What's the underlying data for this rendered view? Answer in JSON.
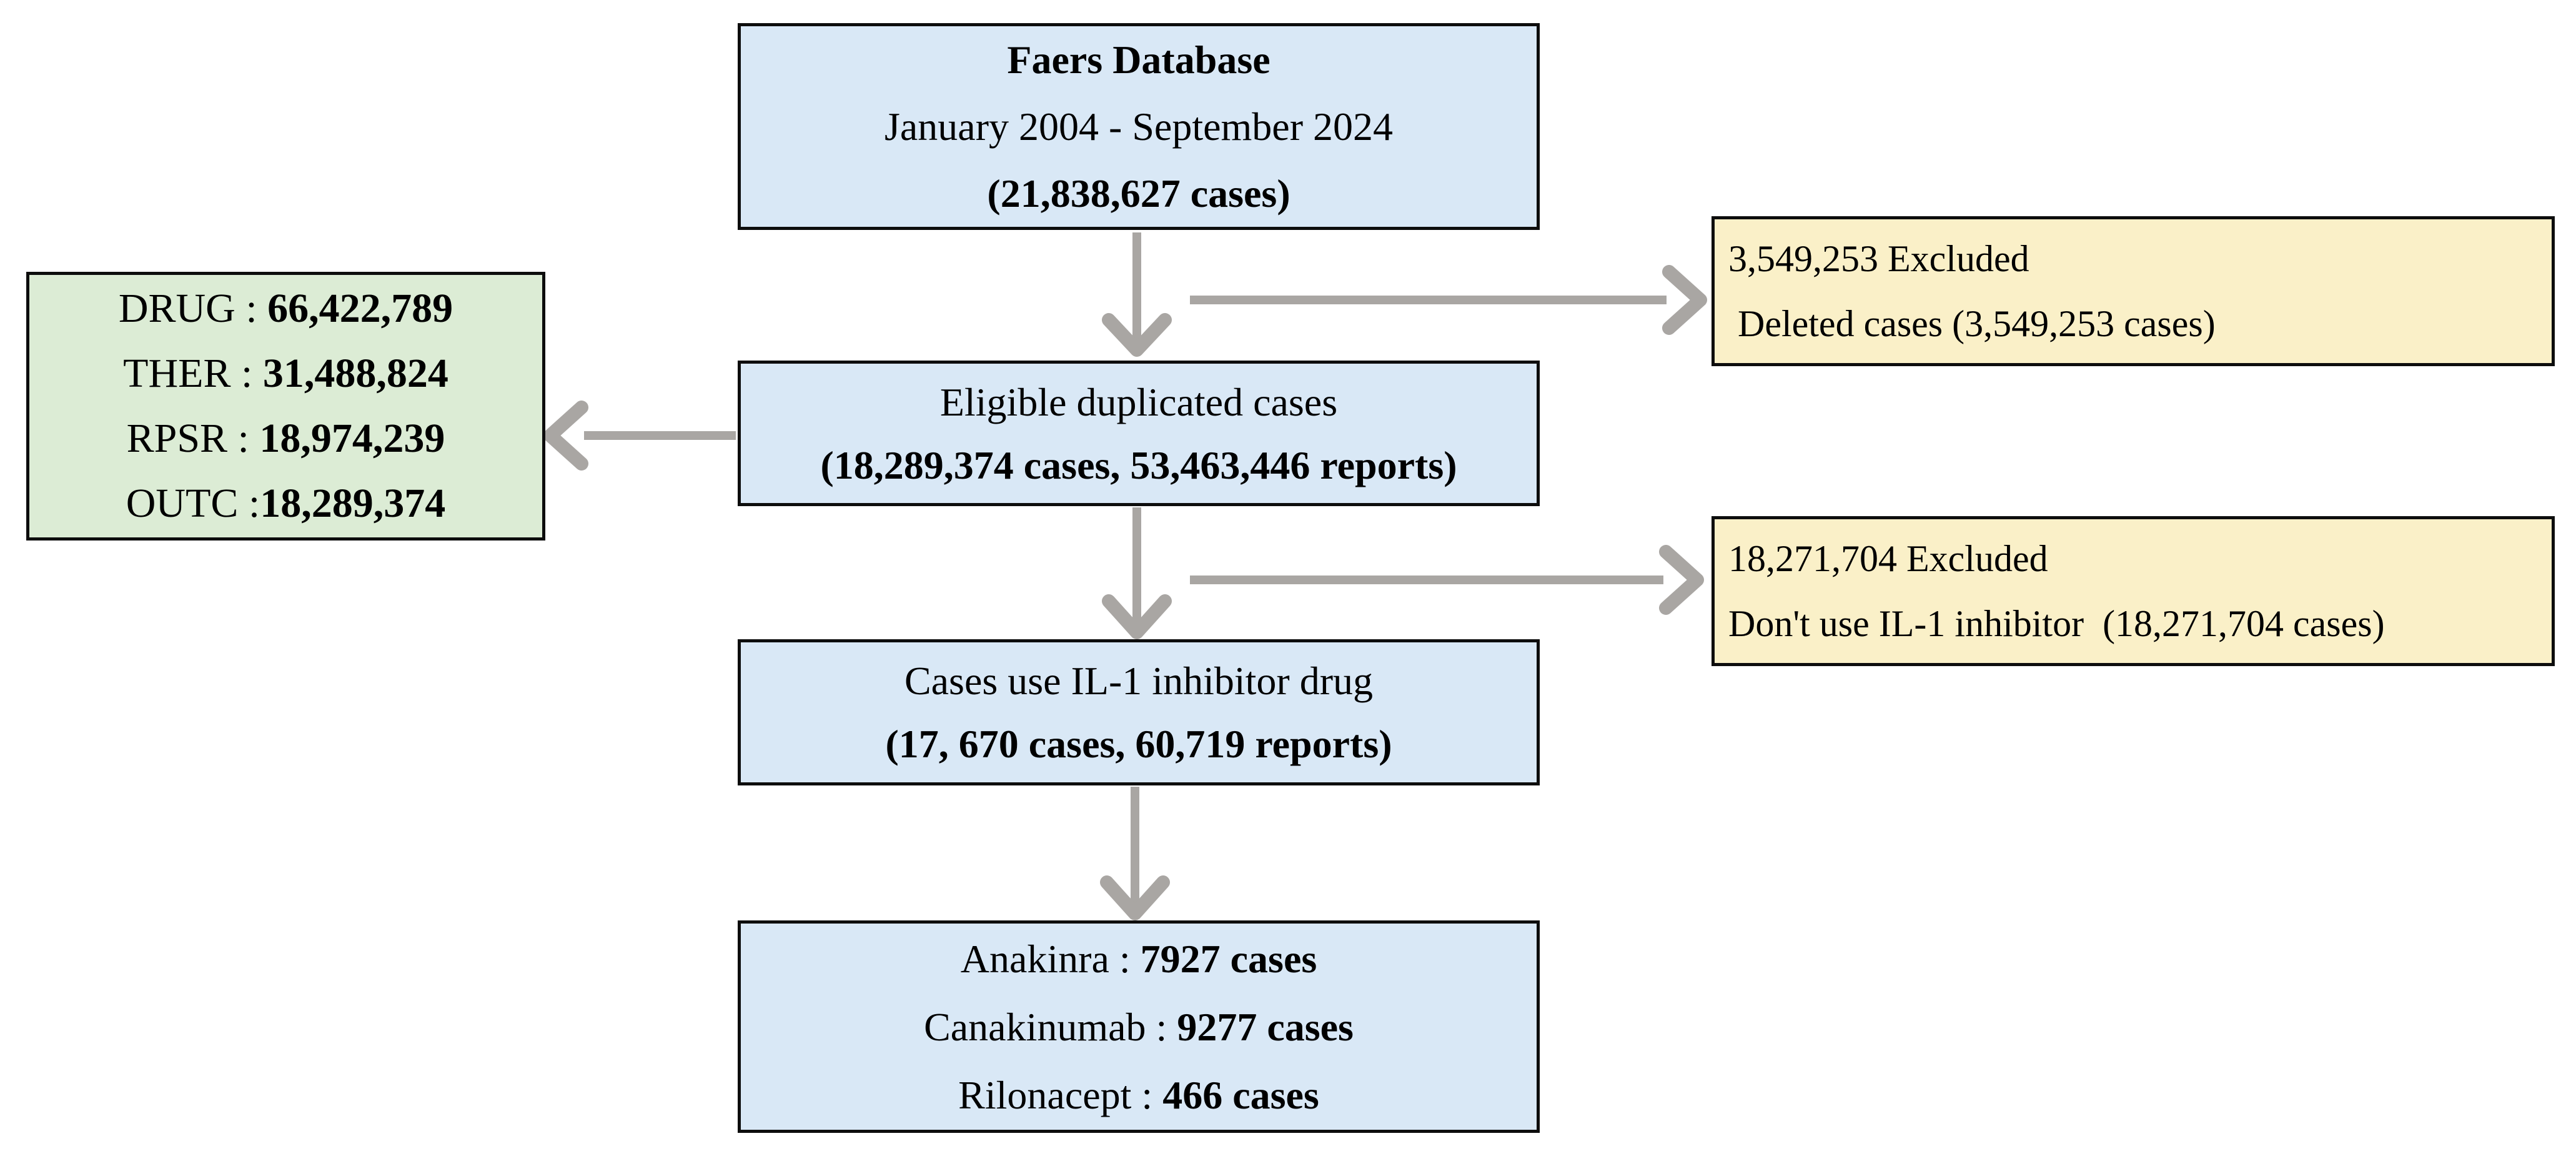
{
  "figure": {
    "type": "flowchart",
    "title": "FAERS IL-1 inhibitor case selection flow",
    "colors": {
      "process_box_fill": "#d9e8f6",
      "excluded_box_fill": "#faf0c8",
      "tables_box_fill": "#dcecd5",
      "box_border": "#0d0d0d",
      "arrow": "#a9a6a3",
      "background": "#ffffff"
    }
  },
  "faers_box": {
    "title": "Faers Database",
    "period": "January 2004 - September 2024",
    "cases": "(21,838,627 cases)"
  },
  "tables_box": {
    "rows": [
      {
        "label": "DRUG : ",
        "value": "66,422,789"
      },
      {
        "label": "THER : ",
        "value": "31,488,824"
      },
      {
        "label": "RPSR : ",
        "value": "18,974,239"
      },
      {
        "label": "OUTC :",
        "value": "18,289,374"
      }
    ]
  },
  "eligible_box": {
    "line1": "Eligible duplicated cases",
    "line2": "(18,289,374 cases, 53,463,446 reports)"
  },
  "excluded1_box": {
    "line1": "3,549,253 Excluded",
    "line2": " Deleted cases (3,549,253 cases)"
  },
  "excluded2_box": {
    "line1": "18,271,704 Excluded",
    "line2": "Don't use IL-1 inhibitor  (18,271,704 cases)"
  },
  "il1_box": {
    "line1": "Cases use IL-1 inhibitor drug",
    "line2": "(17, 670 cases, 60,719 reports)"
  },
  "drugs_box": {
    "rows": [
      {
        "label": "Anakinra : ",
        "value": "7927 cases"
      },
      {
        "label": "Canakinumab : ",
        "value": "9277 cases"
      },
      {
        "label": "Rilonacept : ",
        "value": "466 cases"
      }
    ]
  }
}
